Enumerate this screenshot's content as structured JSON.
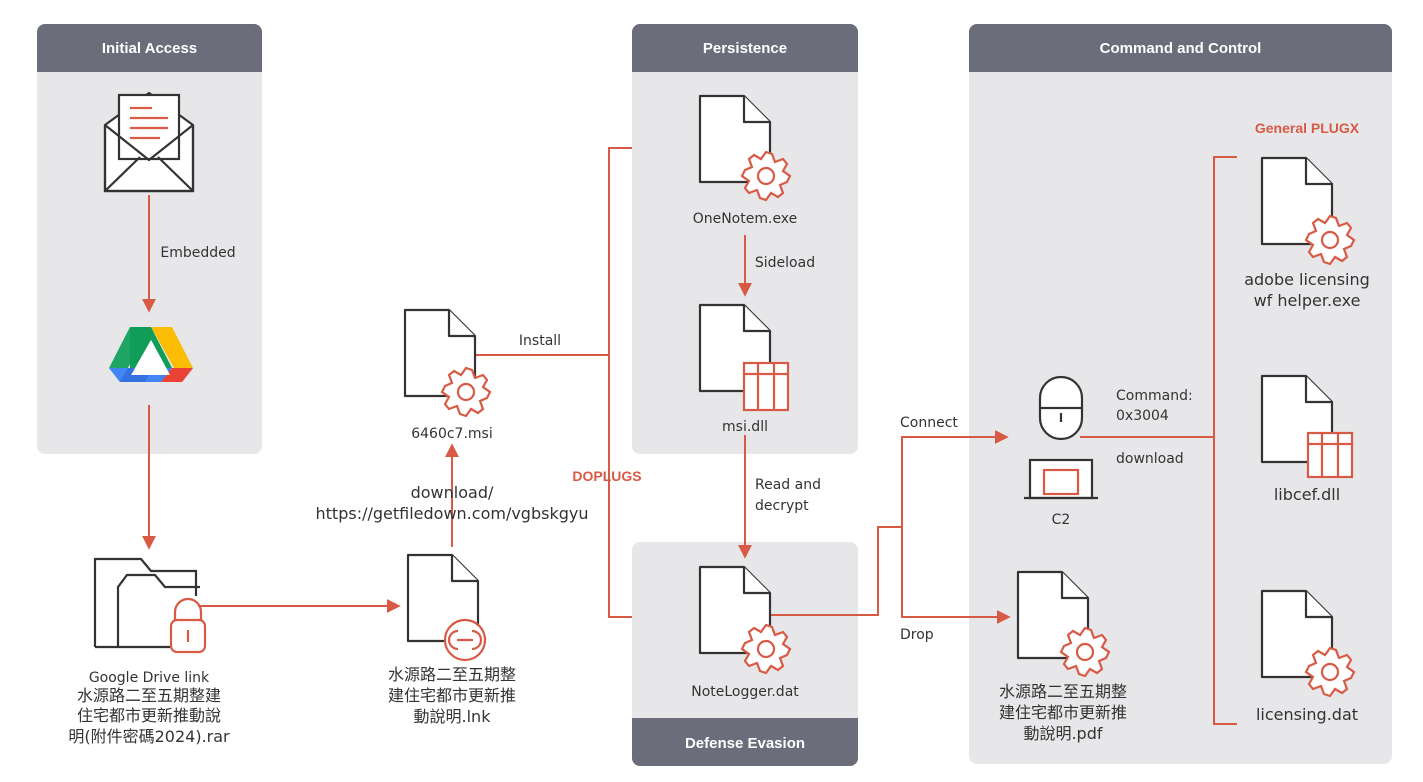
{
  "panels": {
    "initial_access": "Initial Access",
    "persistence": "Persistence",
    "defense_evasion": "Defense Evasion",
    "command_and_control": "Command and Control"
  },
  "group_labels": {
    "doplugs": "DOPLUGS",
    "general_plugx": "General PLUGX"
  },
  "nodes": {
    "gdrive_link": {
      "line1": "Google Drive link",
      "line2": "水源路二至五期整建",
      "line3": "住宅都市更新推動說",
      "line4": "明(附件密碼2024).rar"
    },
    "lnk_file": {
      "line1": "水源路二至五期整",
      "line2": "建住宅都市更新推",
      "line3": "動說明.lnk"
    },
    "msi_file": "6460c7.msi",
    "download_url": {
      "line1": "download/",
      "line2": "https://getfiledown.com/vgbskgyu"
    },
    "onenotem": "OneNotem.exe",
    "msidll": "msi.dll",
    "notelogger": "NoteLogger.dat",
    "c2": "C2",
    "pdf_file": {
      "line1": "水源路二至五期整",
      "line2": "建住宅都市更新推",
      "line3": "動說明.pdf"
    },
    "adobe": {
      "line1": "adobe licensing",
      "line2": "wf helper.exe"
    },
    "libcef": "libcef.dll",
    "licensing": "licensing.dat"
  },
  "edges": {
    "embedded": "Embedded",
    "install": "Install",
    "sideload": "Sideload",
    "read_decrypt": {
      "line1": "Read and",
      "line2": "decrypt"
    },
    "connect": "Connect",
    "drop": "Drop",
    "command": {
      "line1": "Command:",
      "line2": "0x3004",
      "line3": "download"
    }
  },
  "colors": {
    "accent": "#d85a45",
    "panel_bg": "#e7e7ea",
    "panel_header": "#6b6e7a",
    "text": "#333333"
  }
}
